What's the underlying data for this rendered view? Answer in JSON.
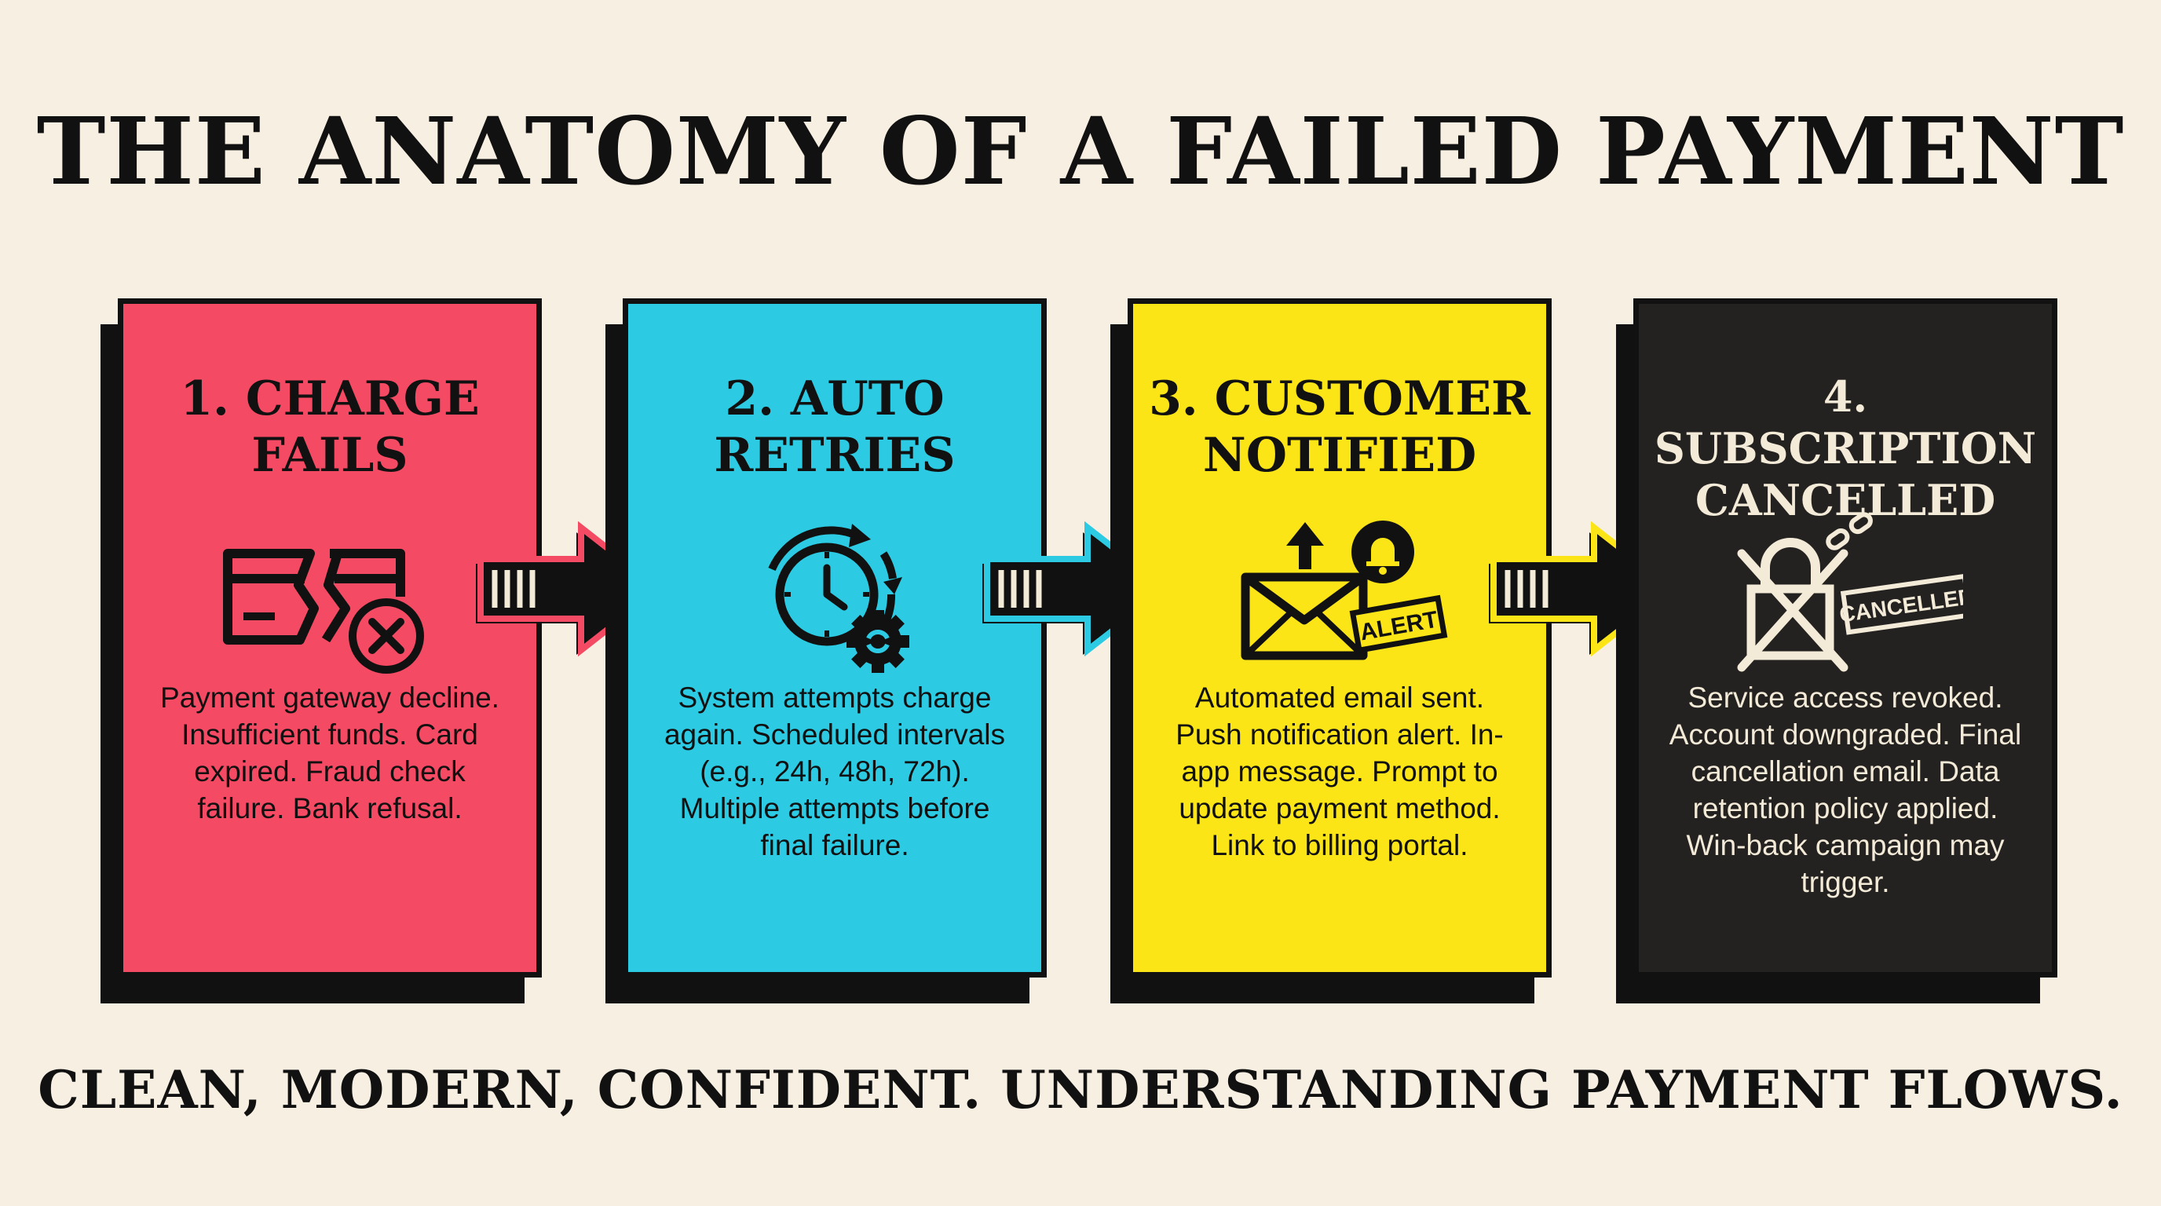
{
  "title": "THE ANATOMY OF A FAILED PAYMENT",
  "footer": "CLEAN, MODERN, CONFIDENT. UNDERSTANDING PAYMENT FLOWS.",
  "colors": {
    "background": "#f7efe1",
    "card1": "#f44a63",
    "card2": "#2ccbe3",
    "card3": "#fce516",
    "card4": "#242220",
    "outline": "#111111"
  },
  "steps": [
    {
      "heading": "1. CHARGE\nFAILS",
      "icon": "broken-card-error-icon",
      "body": "Payment gateway decline. Insufficient funds. Card expired. Fraud check failure. Bank refusal."
    },
    {
      "heading": "2. AUTO\nRETRIES",
      "icon": "clock-retry-gear-icon",
      "body": "System attempts charge again. Scheduled intervals (e.g., 24h, 48h, 72h). Multiple attempts before final failure."
    },
    {
      "heading": "3. CUSTOMER\nNOTIFIED",
      "icon": "email-alert-bell-icon",
      "badge": "ALERT",
      "body": "Automated email sent. Push notification alert. In-app message. Prompt to update payment method. Link to billing portal."
    },
    {
      "heading": "4. SUBSCRIPTION\nCANCELLED",
      "icon": "crossed-lock-broken-link-icon",
      "badge": "CANCELLED",
      "body": "Service access revoked. Account downgraded. Final cancellation email. Data retention policy applied. Win-back campaign may trigger."
    }
  ],
  "arrows": [
    {
      "name": "arrow-1-to-2",
      "color": "#f44a63"
    },
    {
      "name": "arrow-2-to-3",
      "color": "#2ccbe3"
    },
    {
      "name": "arrow-3-to-4",
      "color": "#fce516"
    }
  ]
}
